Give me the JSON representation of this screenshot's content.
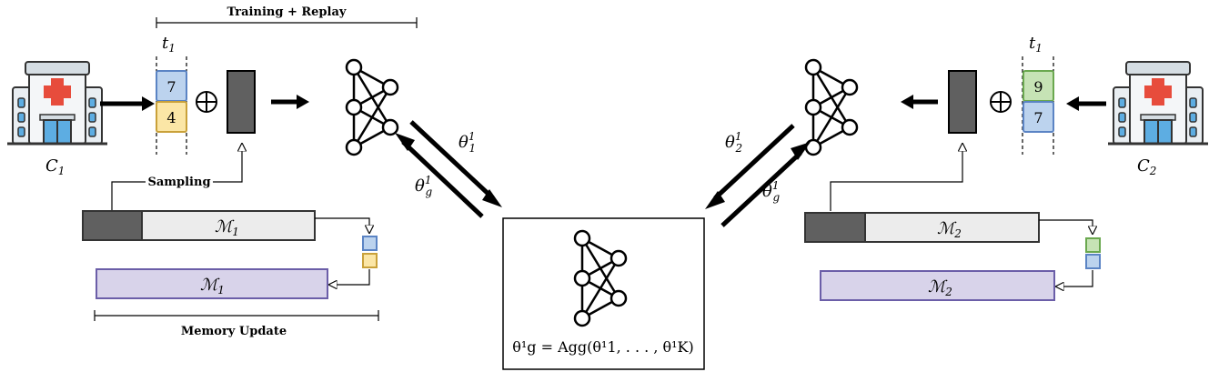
{
  "header": {
    "training_replay": "Training + Replay",
    "memory_update": "Memory Update",
    "sampling": "Sampling"
  },
  "clients": [
    {
      "name": "C",
      "index": "1",
      "time_label": "t",
      "time_index": "1",
      "tasks": [
        {
          "value": "7",
          "color": "#bcd3ee",
          "border": "#5b84c4"
        },
        {
          "value": "4",
          "color": "#fbe6a6",
          "border": "#c9a13a"
        }
      ],
      "memory_label": "ℳ",
      "memory_index": "1",
      "theta_up": "θ",
      "theta_up_sup": "1",
      "theta_up_sub": "1",
      "theta_down": "θ",
      "theta_down_sup": "1",
      "theta_down_sub": "g"
    },
    {
      "name": "C",
      "index": "2",
      "time_label": "t",
      "time_index": "1",
      "tasks": [
        {
          "value": "9",
          "color": "#c6e3b5",
          "border": "#6aa84f"
        },
        {
          "value": "7",
          "color": "#bcd3ee",
          "border": "#5b84c4"
        }
      ],
      "memory_label": "ℳ",
      "memory_index": "2",
      "theta_up": "θ",
      "theta_up_sup": "1",
      "theta_up_sub": "2",
      "theta_down": "θ",
      "theta_down_sup": "1",
      "theta_down_sub": "g"
    }
  ],
  "server": {
    "formula": "θ¹g = Agg(θ¹1, . . . , θ¹K)"
  },
  "colors": {
    "memory_new": "#d8d3ea",
    "memory_new_border": "#6b5ea8",
    "memory_old": "#ececec",
    "dark": "#606060",
    "hospital_red": "#e74c3c",
    "hospital_blue": "#5dade2"
  }
}
